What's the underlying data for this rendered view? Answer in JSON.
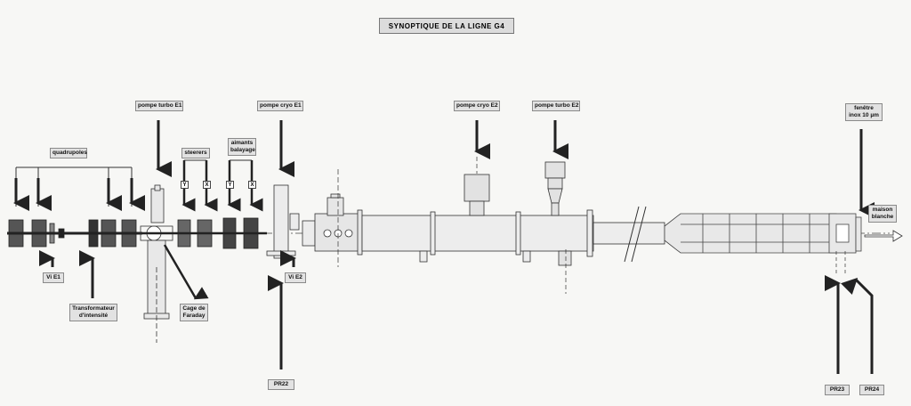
{
  "title": "SYNOPTIQUE DE LA LIGNE G4",
  "labels": {
    "quadrupoles": "quadrupoles",
    "pompe_turbo_e1": "pompe turbo E1",
    "steerers": "steerers",
    "aimants_balayage": "aimants balayage",
    "pompe_cryo_e1": "pompe cryo E1",
    "pompe_cryo_e2": "pompe cryo E2",
    "pompe_turbo_e2": "pompe turbo E2",
    "fenetre": "fenêtre inox 10 µm",
    "maison_blanche": "maison blanche",
    "vi_e1": "Vi E1",
    "vi_e2": "Vi E2",
    "transformateur": "Transformateur d'intensité",
    "cage_faraday": "Cage de Faraday",
    "pr22": "PR22",
    "pr23": "PR23",
    "pr24": "PR24"
  },
  "axis_markers": {
    "y": "Y",
    "x": "X"
  }
}
